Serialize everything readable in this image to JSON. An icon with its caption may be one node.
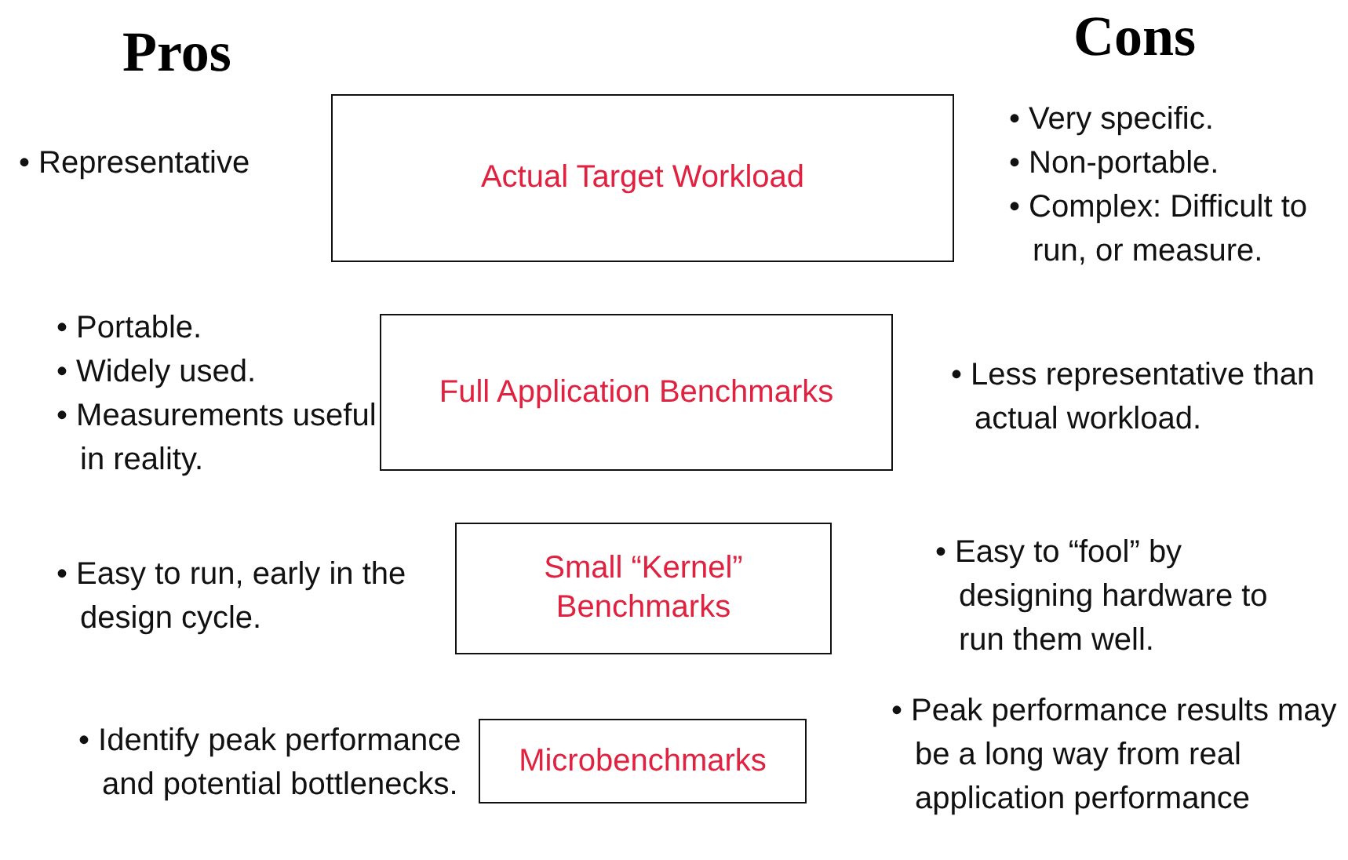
{
  "diagram": {
    "nodes": [
      {
        "text": [
          "Actual Target Workload"
        ]
      },
      {
        "text": [
          "Full Application Benchmarks"
        ]
      },
      {
        "text": [
          "Small “Kernel” Benchmarks"
        ]
      },
      {
        "text": [
          "Microbenchmarks"
        ]
      }
    ],
    "edges": [],
    "labels": [
      "Pros",
      "Cons",
      "• Representative",
      "• Very specific.",
      "• Non-portable.",
      "• Complex: Difficult to run, or measure.",
      "• Portable.",
      "• Widely used.",
      "• Measurements useful in reality.",
      "• Less representative than actual workload.",
      "• Easy to run, early in the design cycle.",
      "• Easy to “fool” by designing hardware to run them well.",
      "• Identify peak performance and potential bottlenecks.",
      "• Peak performance results may be a long way from real application performance"
    ]
  }
}
